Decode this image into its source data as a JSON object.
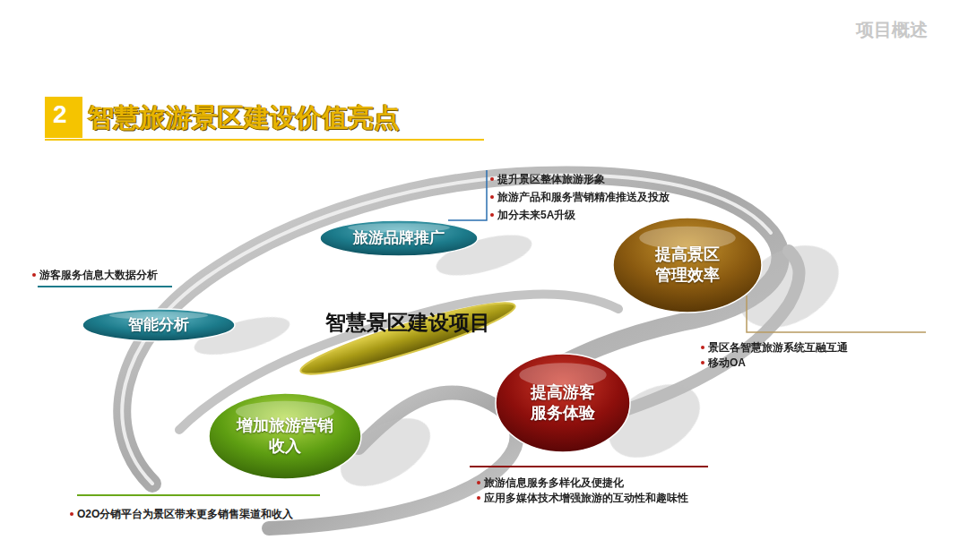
{
  "diagram": {
    "title": "智慧旅游景区建设价值亮点",
    "nodes": [
      {
        "text": [
          "旅游品牌推广"
        ]
      },
      {
        "text": [
          "提高景区 管理效率"
        ]
      },
      {
        "text": [
          "智能分析"
        ]
      },
      {
        "text": [
          "智慧景区建设项目"
        ]
      },
      {
        "text": [
          "提高游客 服务体验"
        ]
      },
      {
        "text": [
          "增加旅游营销 收入"
        ]
      }
    ],
    "labels": [
      "2",
      "项目概述",
      "提升景区整体旅游形象",
      "旅游产品和服务营销精准推送及投放",
      "加分未来5A升级",
      "游客服务信息大数据分析",
      "景区各智慧旅游系统互融互通",
      "移动OA",
      "旅游信息服务多样化及便捷化",
      "应用多媒体技术增强旅游的互动性和趣味性",
      "O2O分销平台为景区带来更多销售渠道和收入"
    ]
  }
}
